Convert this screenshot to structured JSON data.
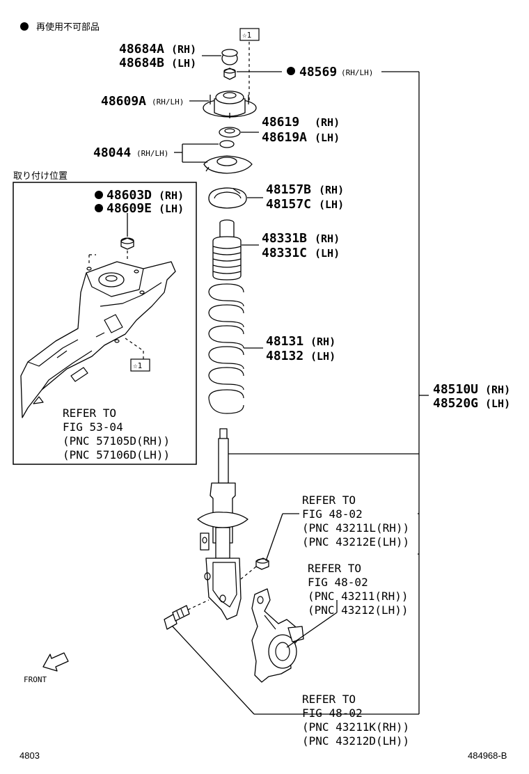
{
  "legend": {
    "marker": "●",
    "text": "再使用不可部品"
  },
  "detail_title": "取り付け位置",
  "star_tag": "☆1",
  "parts": {
    "p48684a": "48684A",
    "p48684a_side": "(RH)",
    "p48684b": "48684B",
    "p48684b_side": "(LH)",
    "p48569": "48569",
    "p48569_side": "(RH/LH)",
    "p48609a": "48609A",
    "p48609a_side": "(RH/LH)",
    "p48619": "48619",
    "p48619_side": "(RH)",
    "p48619a": "48619A",
    "p48619a_side": "(LH)",
    "p48044": "48044",
    "p48044_side": "(RH/LH)",
    "p48157b": "48157B",
    "p48157b_side": "(RH)",
    "p48157c": "48157C",
    "p48157c_side": "(LH)",
    "p48331b": "48331B",
    "p48331b_side": "(RH)",
    "p48331c": "48331C",
    "p48331c_side": "(LH)",
    "p48131": "48131",
    "p48131_side": "(RH)",
    "p48132": "48132",
    "p48132_side": "(LH)",
    "p48510u": "48510U",
    "p48510u_side": "(RH)",
    "p48520g": "48520G",
    "p48520g_side": "(LH)",
    "p48603d": "48603D",
    "p48603d_side": "(RH)",
    "p48609e": "48609E",
    "p48609e_side": "(LH)"
  },
  "refs": {
    "r5304": [
      "REFER TO",
      "FIG 53-04",
      "(PNC 57105D(RH))",
      "(PNC 57106D(LH))"
    ],
    "r4802a": [
      "REFER TO",
      "FIG 48-02",
      "(PNC 43211L(RH))",
      "(PNC 43212E(LH))"
    ],
    "r4802b": [
      "REFER TO",
      "FIG 48-02",
      "(PNC 43211(RH))",
      "(PNC 43212(LH))"
    ],
    "r4802c": [
      "REFER TO",
      "FIG 48-02",
      "(PNC 43211K(RH))",
      "(PNC 43212D(LH))"
    ]
  },
  "front_label": "FRONT",
  "footer_left": "4803",
  "footer_right": "484968-B"
}
